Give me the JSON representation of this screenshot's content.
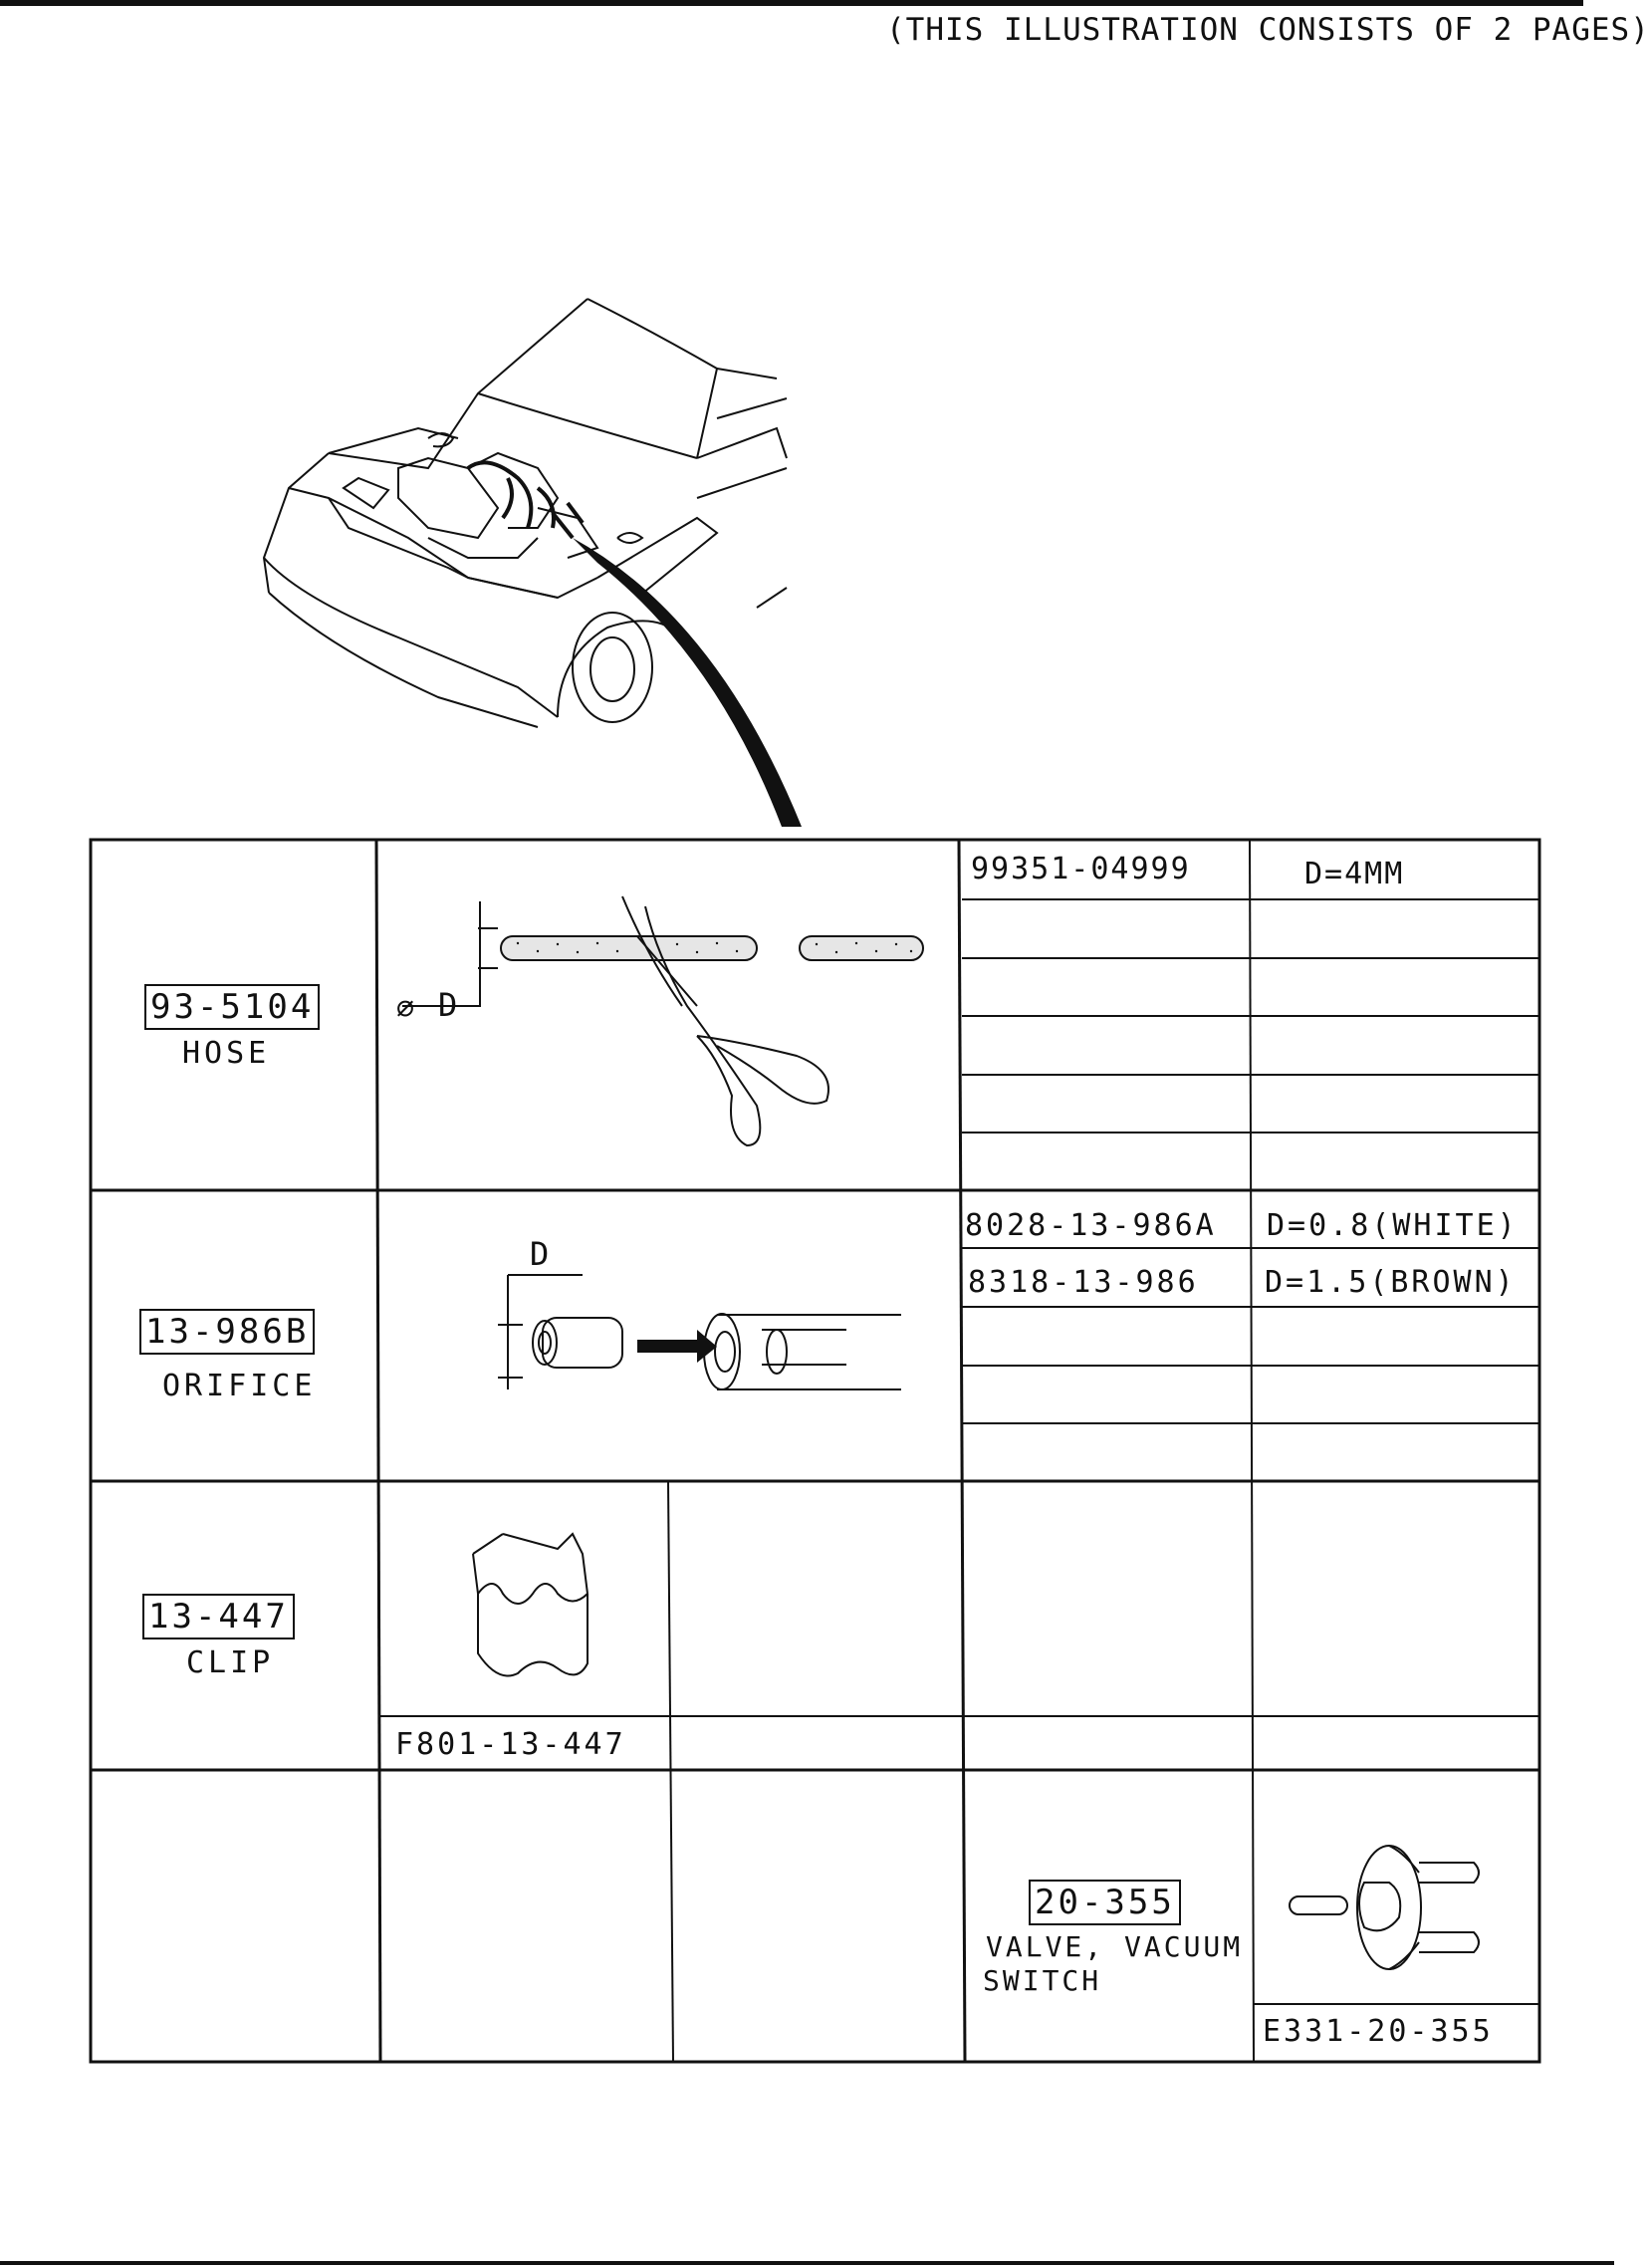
{
  "header": {
    "note": "(THIS ILLUSTRATION CONSISTS OF  2 PAGES)"
  },
  "rows": {
    "hose": {
      "code": "93-5104",
      "name": "HOSE",
      "dim_label": "D",
      "parts": [
        {
          "part_no": "99351-04999",
          "spec": "D=4MM"
        }
      ]
    },
    "orifice": {
      "code": "13-986B",
      "name": "ORIFICE",
      "dim_label": "D",
      "parts": [
        {
          "part_no": "8028-13-986A",
          "spec": "D=0.8(WHITE)"
        },
        {
          "part_no": "8318-13-986",
          "spec": "D=1.5(BROWN)"
        }
      ]
    },
    "clip": {
      "code": "13-447",
      "name": "CLIP",
      "part_no": "F801-13-447"
    },
    "valve": {
      "code": "20-355",
      "name_line1": "VALVE, VACUUM",
      "name_line2": "SWITCH",
      "part_no": "E331-20-355"
    }
  }
}
